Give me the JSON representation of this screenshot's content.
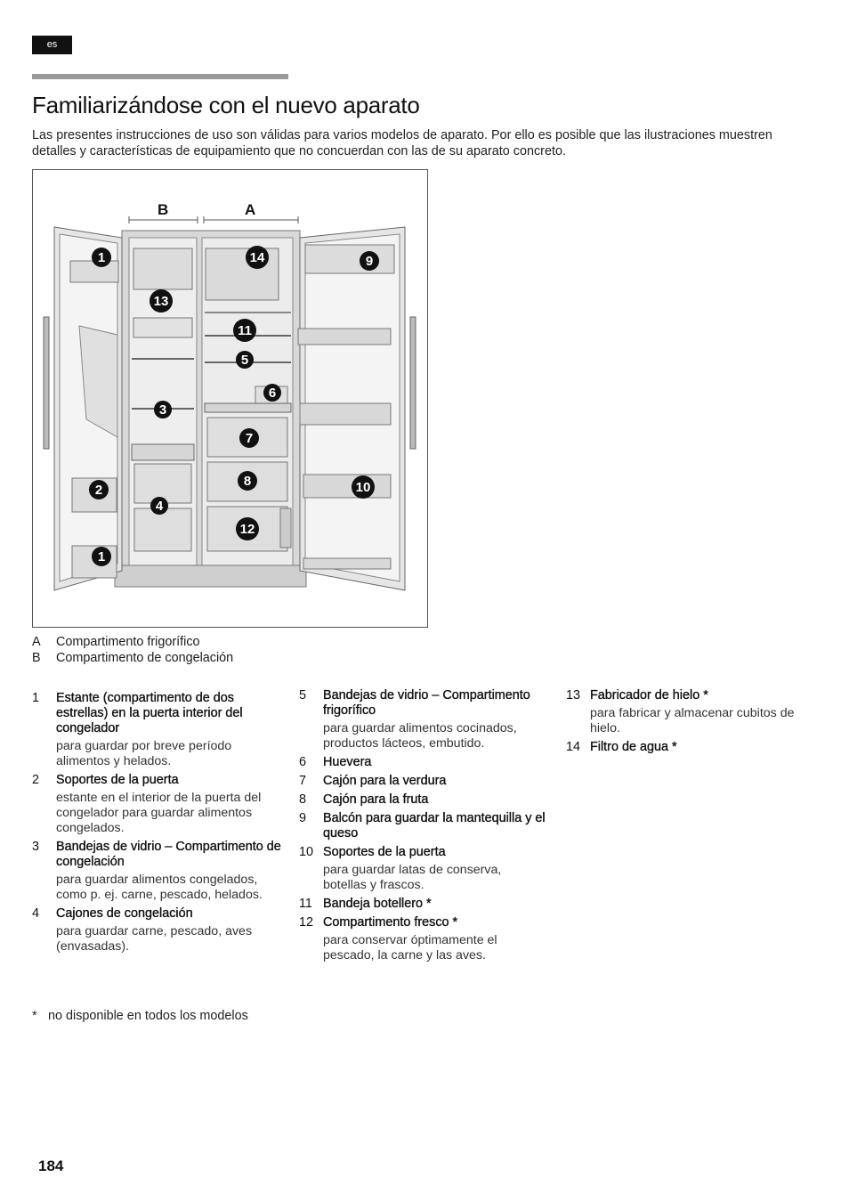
{
  "header": {
    "lang": "es",
    "title": "Familiarizándose con el nuevo aparato",
    "intro": "Las presentes instrucciones de uso son válidas para varios modelos de aparato. Por ello es posible que las ilustraciones muestren detalles y características de equipamiento que no concuerdan con las de su aparato concreto."
  },
  "figure": {
    "section_letters": [
      "B",
      "A"
    ],
    "callouts": [
      "1",
      "13",
      "3",
      "2",
      "4",
      "1",
      "14",
      "11",
      "5",
      "6",
      "7",
      "8",
      "12",
      "9",
      "10"
    ]
  },
  "legend": [
    {
      "key": "A",
      "label": "Compartimento frigorífico"
    },
    {
      "key": "B",
      "label": "Compartimento de congelación"
    }
  ],
  "columns": [
    [
      {
        "num": "1",
        "title": "Estante (compartimento de dos estrellas) en la puerta interior del congelador",
        "desc": "para guardar por breve período alimentos y helados."
      },
      {
        "num": "2",
        "title": "Soportes de la puerta",
        "desc": "estante en el interior de la puerta del congelador para guardar alimentos congelados."
      },
      {
        "num": "3",
        "title": "Bandejas de vidrio – Compartimento de congelación",
        "desc": "para guardar alimentos congelados, como p. ej. carne, pescado, helados."
      },
      {
        "num": "4",
        "title": "Cajones de congelación",
        "desc": "para guardar carne, pescado, aves (envasadas)."
      }
    ],
    [
      {
        "num": "5",
        "title": "Bandejas de vidrio – Compartimento frigorífico",
        "desc": "para guardar alimentos cocinados, productos lácteos, embutido."
      },
      {
        "num": "6",
        "title": "Huevera",
        "desc": ""
      },
      {
        "num": "7",
        "title": "Cajón para la verdura",
        "desc": ""
      },
      {
        "num": "8",
        "title": "Cajón para la fruta",
        "desc": ""
      },
      {
        "num": "9",
        "title": "Balcón para guardar la mantequilla y el queso",
        "desc": ""
      },
      {
        "num": "10",
        "title": "Soportes de la puerta",
        "desc": "para guardar latas de conserva, botellas y frascos."
      },
      {
        "num": "11",
        "title": "Bandeja botellero *",
        "desc": ""
      },
      {
        "num": "12",
        "title": "Compartimento fresco *",
        "desc": "para conservar óptimamente el pescado, la carne y las aves."
      }
    ],
    [
      {
        "num": "13",
        "title": "Fabricador de hielo *",
        "desc": "para fabricar y almacenar cubitos de hielo."
      },
      {
        "num": "14",
        "title": "Filtro de agua *",
        "desc": ""
      }
    ]
  ],
  "footnote": {
    "mark": "*",
    "text": "no disponible en todos los modelos"
  },
  "page_number": "184"
}
